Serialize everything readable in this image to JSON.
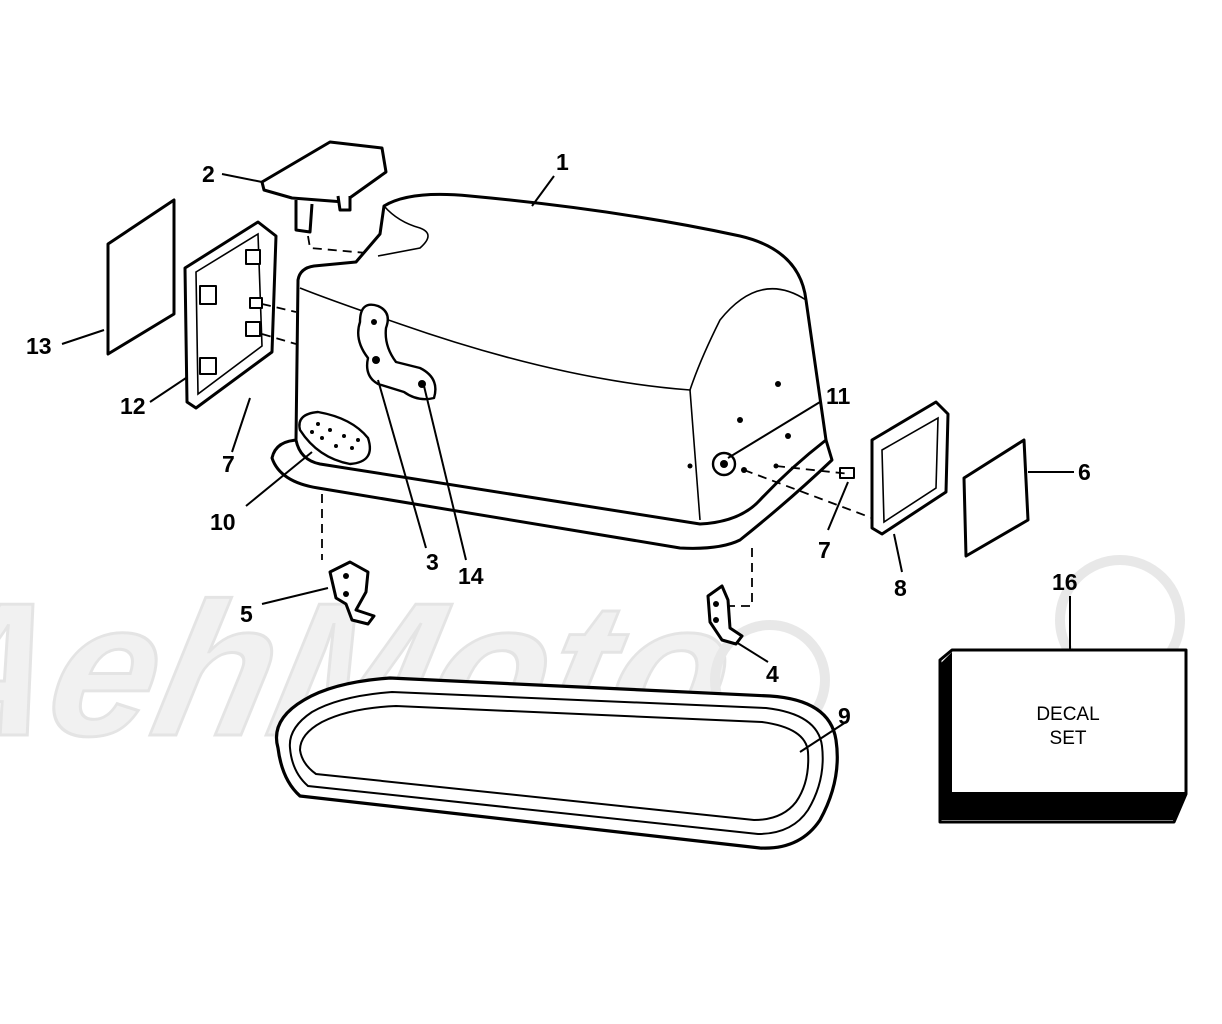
{
  "callouts": {
    "c1": "1",
    "c2": "2",
    "c3": "3",
    "c4": "4",
    "c5": "5",
    "c6": "6",
    "c7a": "7",
    "c7b": "7",
    "c8": "8",
    "c9": "9",
    "c10": "10",
    "c11": "11",
    "c12": "12",
    "c13": "13",
    "c14": "14",
    "c16": "16"
  },
  "decal_box": {
    "line1": "DECAL",
    "line2": "SET"
  },
  "watermark": {
    "text": "AehMoto",
    "color": "#eeeeee"
  },
  "colors": {
    "ink": "#000000",
    "paper": "#ffffff"
  }
}
